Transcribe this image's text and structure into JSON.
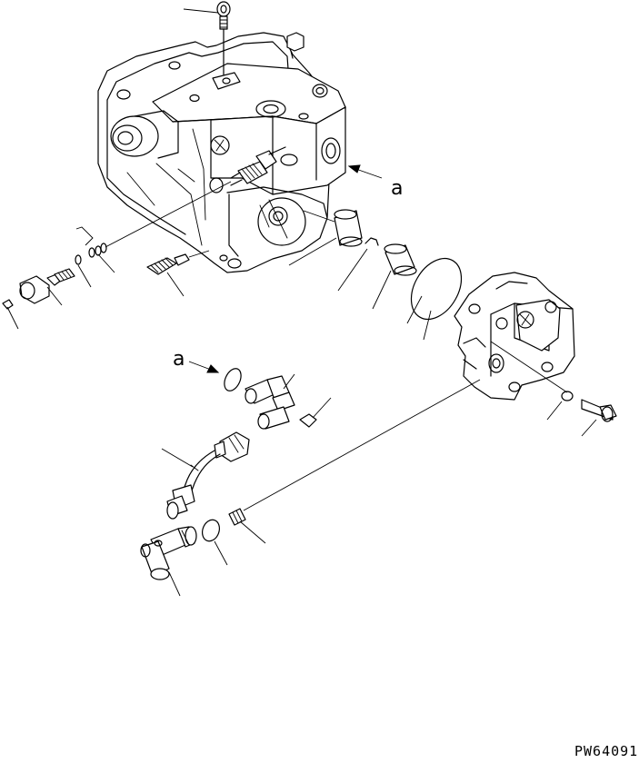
{
  "diagram": {
    "view_labels": [
      "a",
      "a"
    ],
    "figure_code": "PW64091",
    "parts": [
      "eye-bolt",
      "pump-main-body",
      "gear-pump",
      "connector-cap",
      "o-ring-small",
      "plug",
      "fitting-nipple",
      "cap-nut",
      "spring-pin",
      "snap-ring",
      "seal-ring",
      "o-ring-large",
      "elbow",
      "hose",
      "elbow-fitting",
      "o-ring-b",
      "plug-b",
      "washer",
      "bolt",
      "fitting-c"
    ]
  }
}
